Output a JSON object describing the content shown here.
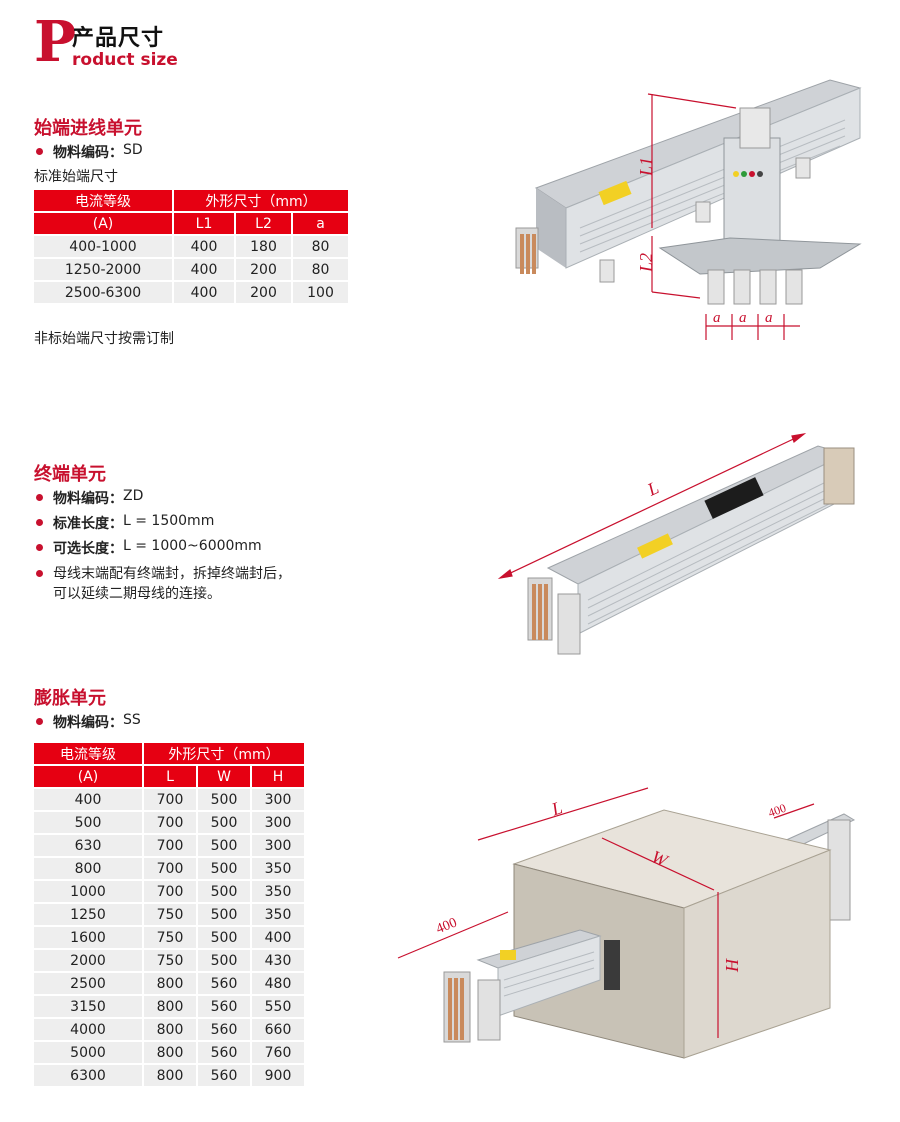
{
  "header": {
    "logo_letter": "P",
    "title_cn": "产品尺寸",
    "title_en": "roduct size"
  },
  "start_unit": {
    "title": "始端进线单元",
    "material_label": "物料编码：",
    "material_code": "SD",
    "std_label": "标准始端尺寸",
    "table": {
      "h1": [
        "电流等级",
        "外形尺寸（mm）"
      ],
      "h2": [
        "(A)",
        "L1",
        "L2",
        "a"
      ],
      "rows": [
        [
          "400-1000",
          "400",
          "180",
          "80"
        ],
        [
          "1250-2000",
          "400",
          "200",
          "80"
        ],
        [
          "2500-6300",
          "400",
          "200",
          "100"
        ]
      ]
    },
    "note": "非标始端尺寸按需订制",
    "dim_labels": [
      "L1",
      "L2",
      "a",
      "a",
      "a"
    ]
  },
  "end_unit": {
    "title": "终端单元",
    "bullets": [
      {
        "label": "物料编码：",
        "value": "ZD"
      },
      {
        "label": "标准长度：",
        "value": "L = 1500mm"
      },
      {
        "label": "可选长度：",
        "value": "L = 1000~6000mm"
      }
    ],
    "desc_line1": "母线末端配有终端封，拆掉终端封后，",
    "desc_line2": "可以延续二期母线的连接。",
    "dim_label": "L"
  },
  "expansion_unit": {
    "title": "膨胀单元",
    "material_label": "物料编码：",
    "material_code": "SS",
    "table": {
      "h1": [
        "电流等级",
        "外形尺寸（mm）"
      ],
      "h2": [
        "(A)",
        "L",
        "W",
        "H"
      ],
      "rows": [
        [
          "400",
          "700",
          "500",
          "300"
        ],
        [
          "500",
          "700",
          "500",
          "300"
        ],
        [
          "630",
          "700",
          "500",
          "300"
        ],
        [
          "800",
          "700",
          "500",
          "350"
        ],
        [
          "1000",
          "700",
          "500",
          "350"
        ],
        [
          "1250",
          "750",
          "500",
          "350"
        ],
        [
          "1600",
          "750",
          "500",
          "400"
        ],
        [
          "2000",
          "750",
          "500",
          "430"
        ],
        [
          "2500",
          "800",
          "560",
          "480"
        ],
        [
          "3150",
          "800",
          "560",
          "550"
        ],
        [
          "4000",
          "800",
          "560",
          "660"
        ],
        [
          "5000",
          "800",
          "560",
          "760"
        ],
        [
          "6300",
          "800",
          "560",
          "900"
        ]
      ]
    },
    "dim_labels": {
      "L": "L",
      "W": "W",
      "H": "H",
      "left": "400",
      "right": "400"
    }
  },
  "colors": {
    "accent": "#c8102e",
    "header_red": "#e60012",
    "row_gray": "#eeeeee"
  }
}
